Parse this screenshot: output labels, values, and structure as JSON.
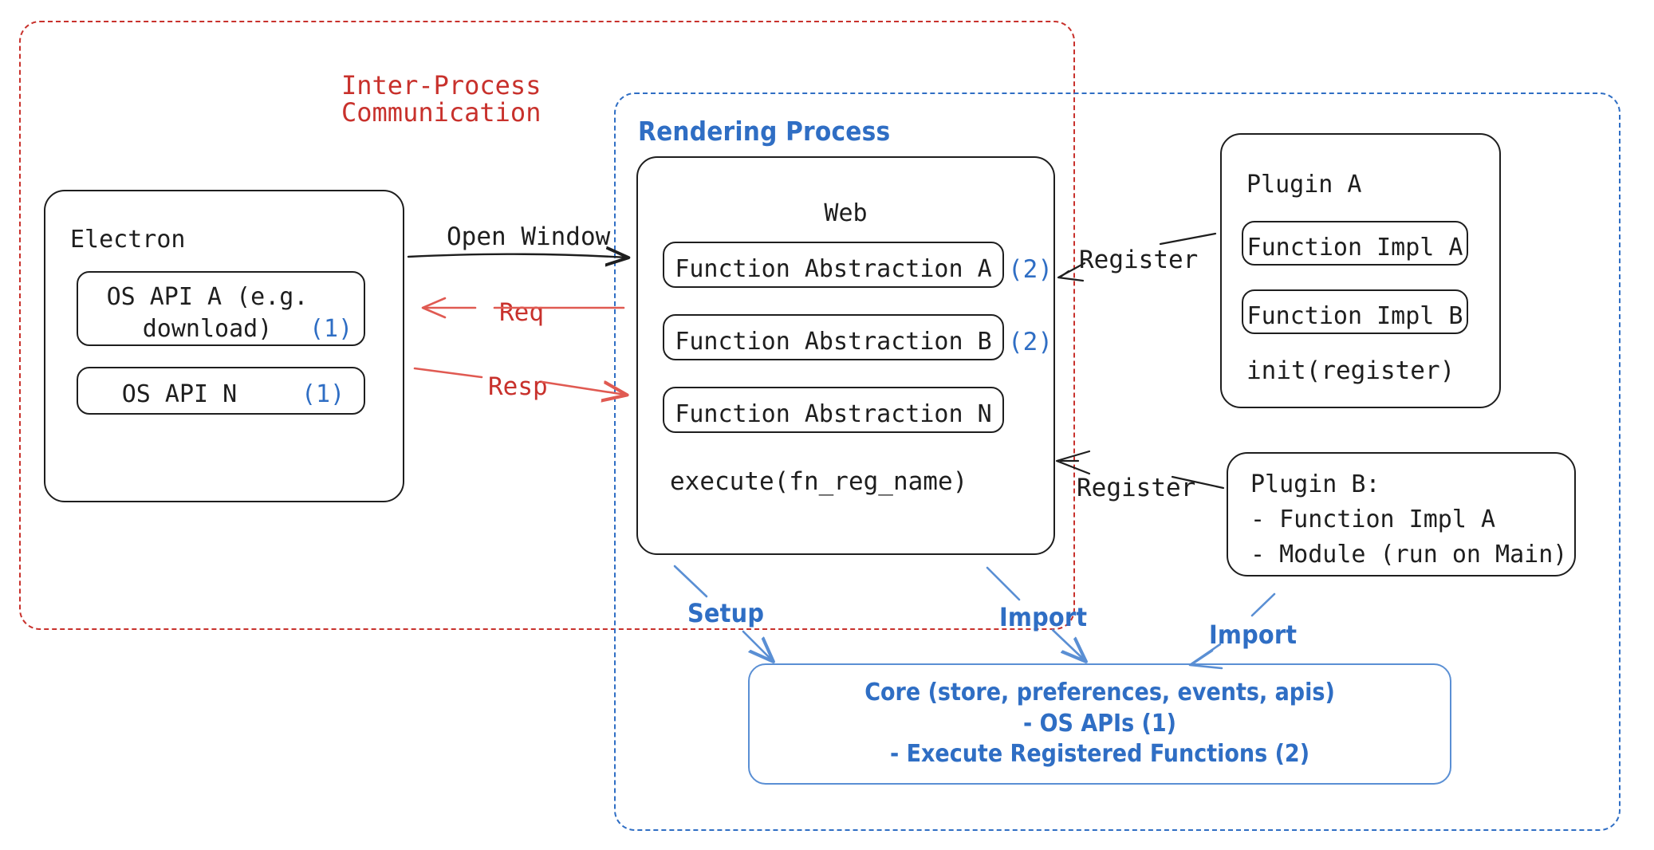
{
  "diagram": {
    "title_hint": "Electron plugin architecture",
    "colors": {
      "ink": "#1e1e1e",
      "red": "#c8312c",
      "blue": "#2f6ec4",
      "core_border": "#5a8fd4",
      "background": "#ffffff"
    }
  },
  "ipc_region": {
    "label_line1": "Inter-Process",
    "label_line2": "Communication"
  },
  "rendering_region": {
    "label": "Rendering Process"
  },
  "electron": {
    "title": "Electron",
    "apis": [
      {
        "line1": "OS API A (e.g.",
        "line2": "download)",
        "marker": "(1)"
      },
      {
        "line1": "OS API N",
        "line2": "",
        "marker": "(1)"
      }
    ]
  },
  "web": {
    "title": "Web",
    "abstractions": [
      {
        "label": "Function Abstraction A",
        "marker": "(2)"
      },
      {
        "label": "Function Abstraction B",
        "marker": "(2)"
      },
      {
        "label": "Function Abstraction N",
        "marker": ""
      }
    ],
    "method": "execute(fn_reg_name)"
  },
  "plugin_a": {
    "title": "Plugin A",
    "impls": [
      {
        "label": "Function Impl A"
      },
      {
        "label": "Function Impl B"
      }
    ],
    "method": "init(register)"
  },
  "plugin_b": {
    "line1": "Plugin B:",
    "line2": "- Function Impl A",
    "line3": "- Module (run on Main)"
  },
  "core": {
    "line1": "Core (store, preferences, events, apis)",
    "line2": "- OS APIs (1)",
    "line3": "- Execute Registered Functions (2)"
  },
  "edges": {
    "open_window": "Open Window",
    "req": "Req",
    "resp": "Resp",
    "register_a": "Register",
    "register_b": "Register",
    "setup": "Setup",
    "import_web": "Import",
    "import_plugin_b": "Import"
  }
}
